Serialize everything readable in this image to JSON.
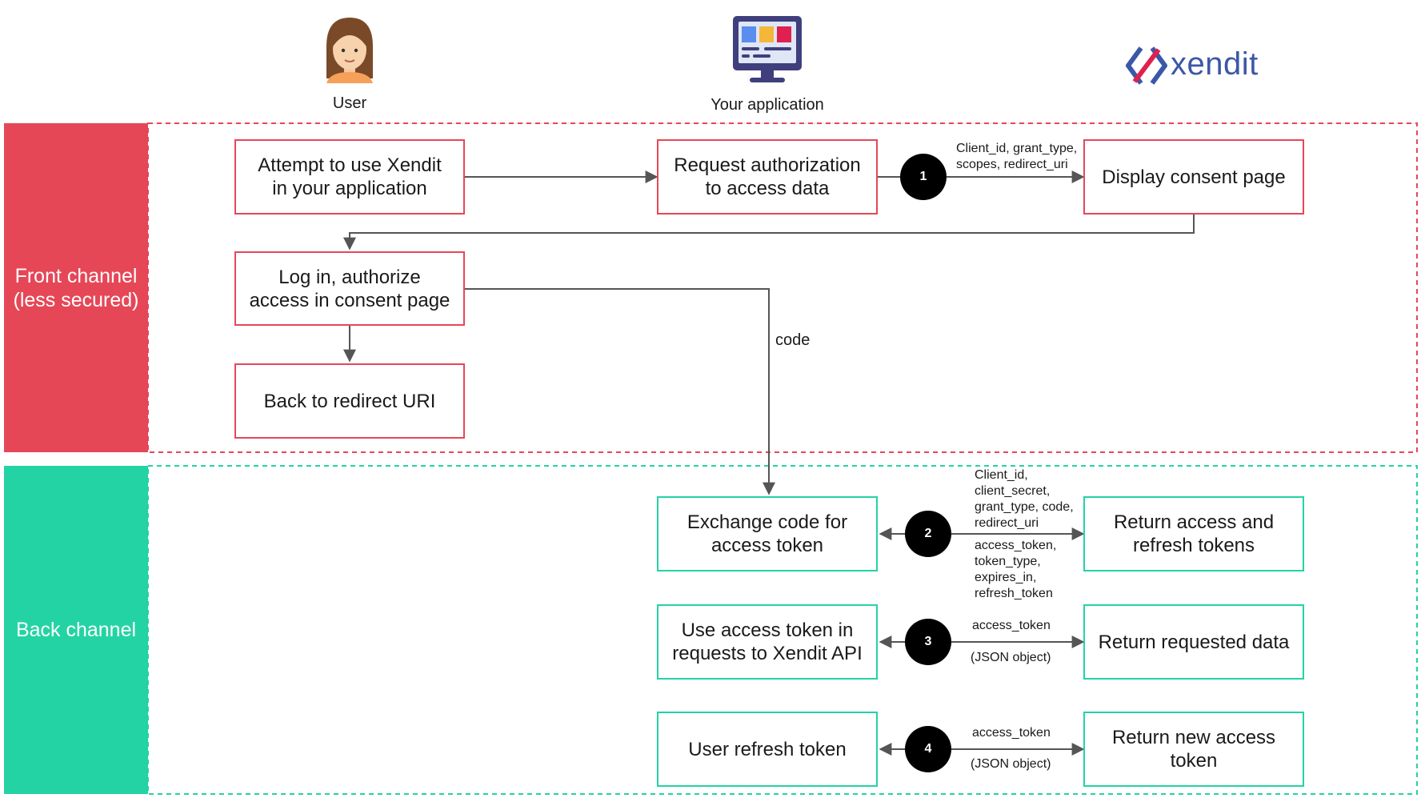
{
  "actors": {
    "user": "User",
    "application": "Your application",
    "brand": "xendit"
  },
  "channels": {
    "front": "Front channel\n(less secured)",
    "back": "Back channel"
  },
  "boxes": {
    "attempt": "Attempt to use Xendit\nin your application",
    "request_auth": "Request authorization\nto access data",
    "consent_page": "Display consent page",
    "login": "Log in, authorize\naccess in consent page",
    "redirect": "Back to redirect URI",
    "exchange": "Exchange code for\naccess token",
    "return_tokens": "Return access and\nrefresh tokens",
    "use_token": "Use access token in\nrequests to Xendit API",
    "return_data": "Return requested data",
    "refresh": "User refresh token",
    "return_new": "Return new access\ntoken"
  },
  "steps": [
    "1",
    "2",
    "3",
    "4"
  ],
  "labels": {
    "step1": "Client_id, grant_type,\nscopes, redirect_uri",
    "code": "code",
    "step2_request": "Client_id,\nclient_secret,\ngrant_type, code,\nredirect_uri",
    "step2_response": "access_token,\ntoken_type,\nexpires_in,\nrefresh_token",
    "step3_request": "access_token",
    "step3_response": "(JSON object)",
    "step4_request": "access_token",
    "step4_response": "(JSON object)"
  },
  "colors": {
    "front": "#e64757",
    "back": "#24d3a4",
    "brand": "#3b57a8",
    "connector": "#555555"
  },
  "icons": {
    "user": "user-avatar-icon",
    "application": "monitor-icon",
    "brand": "xendit-logo-icon"
  }
}
